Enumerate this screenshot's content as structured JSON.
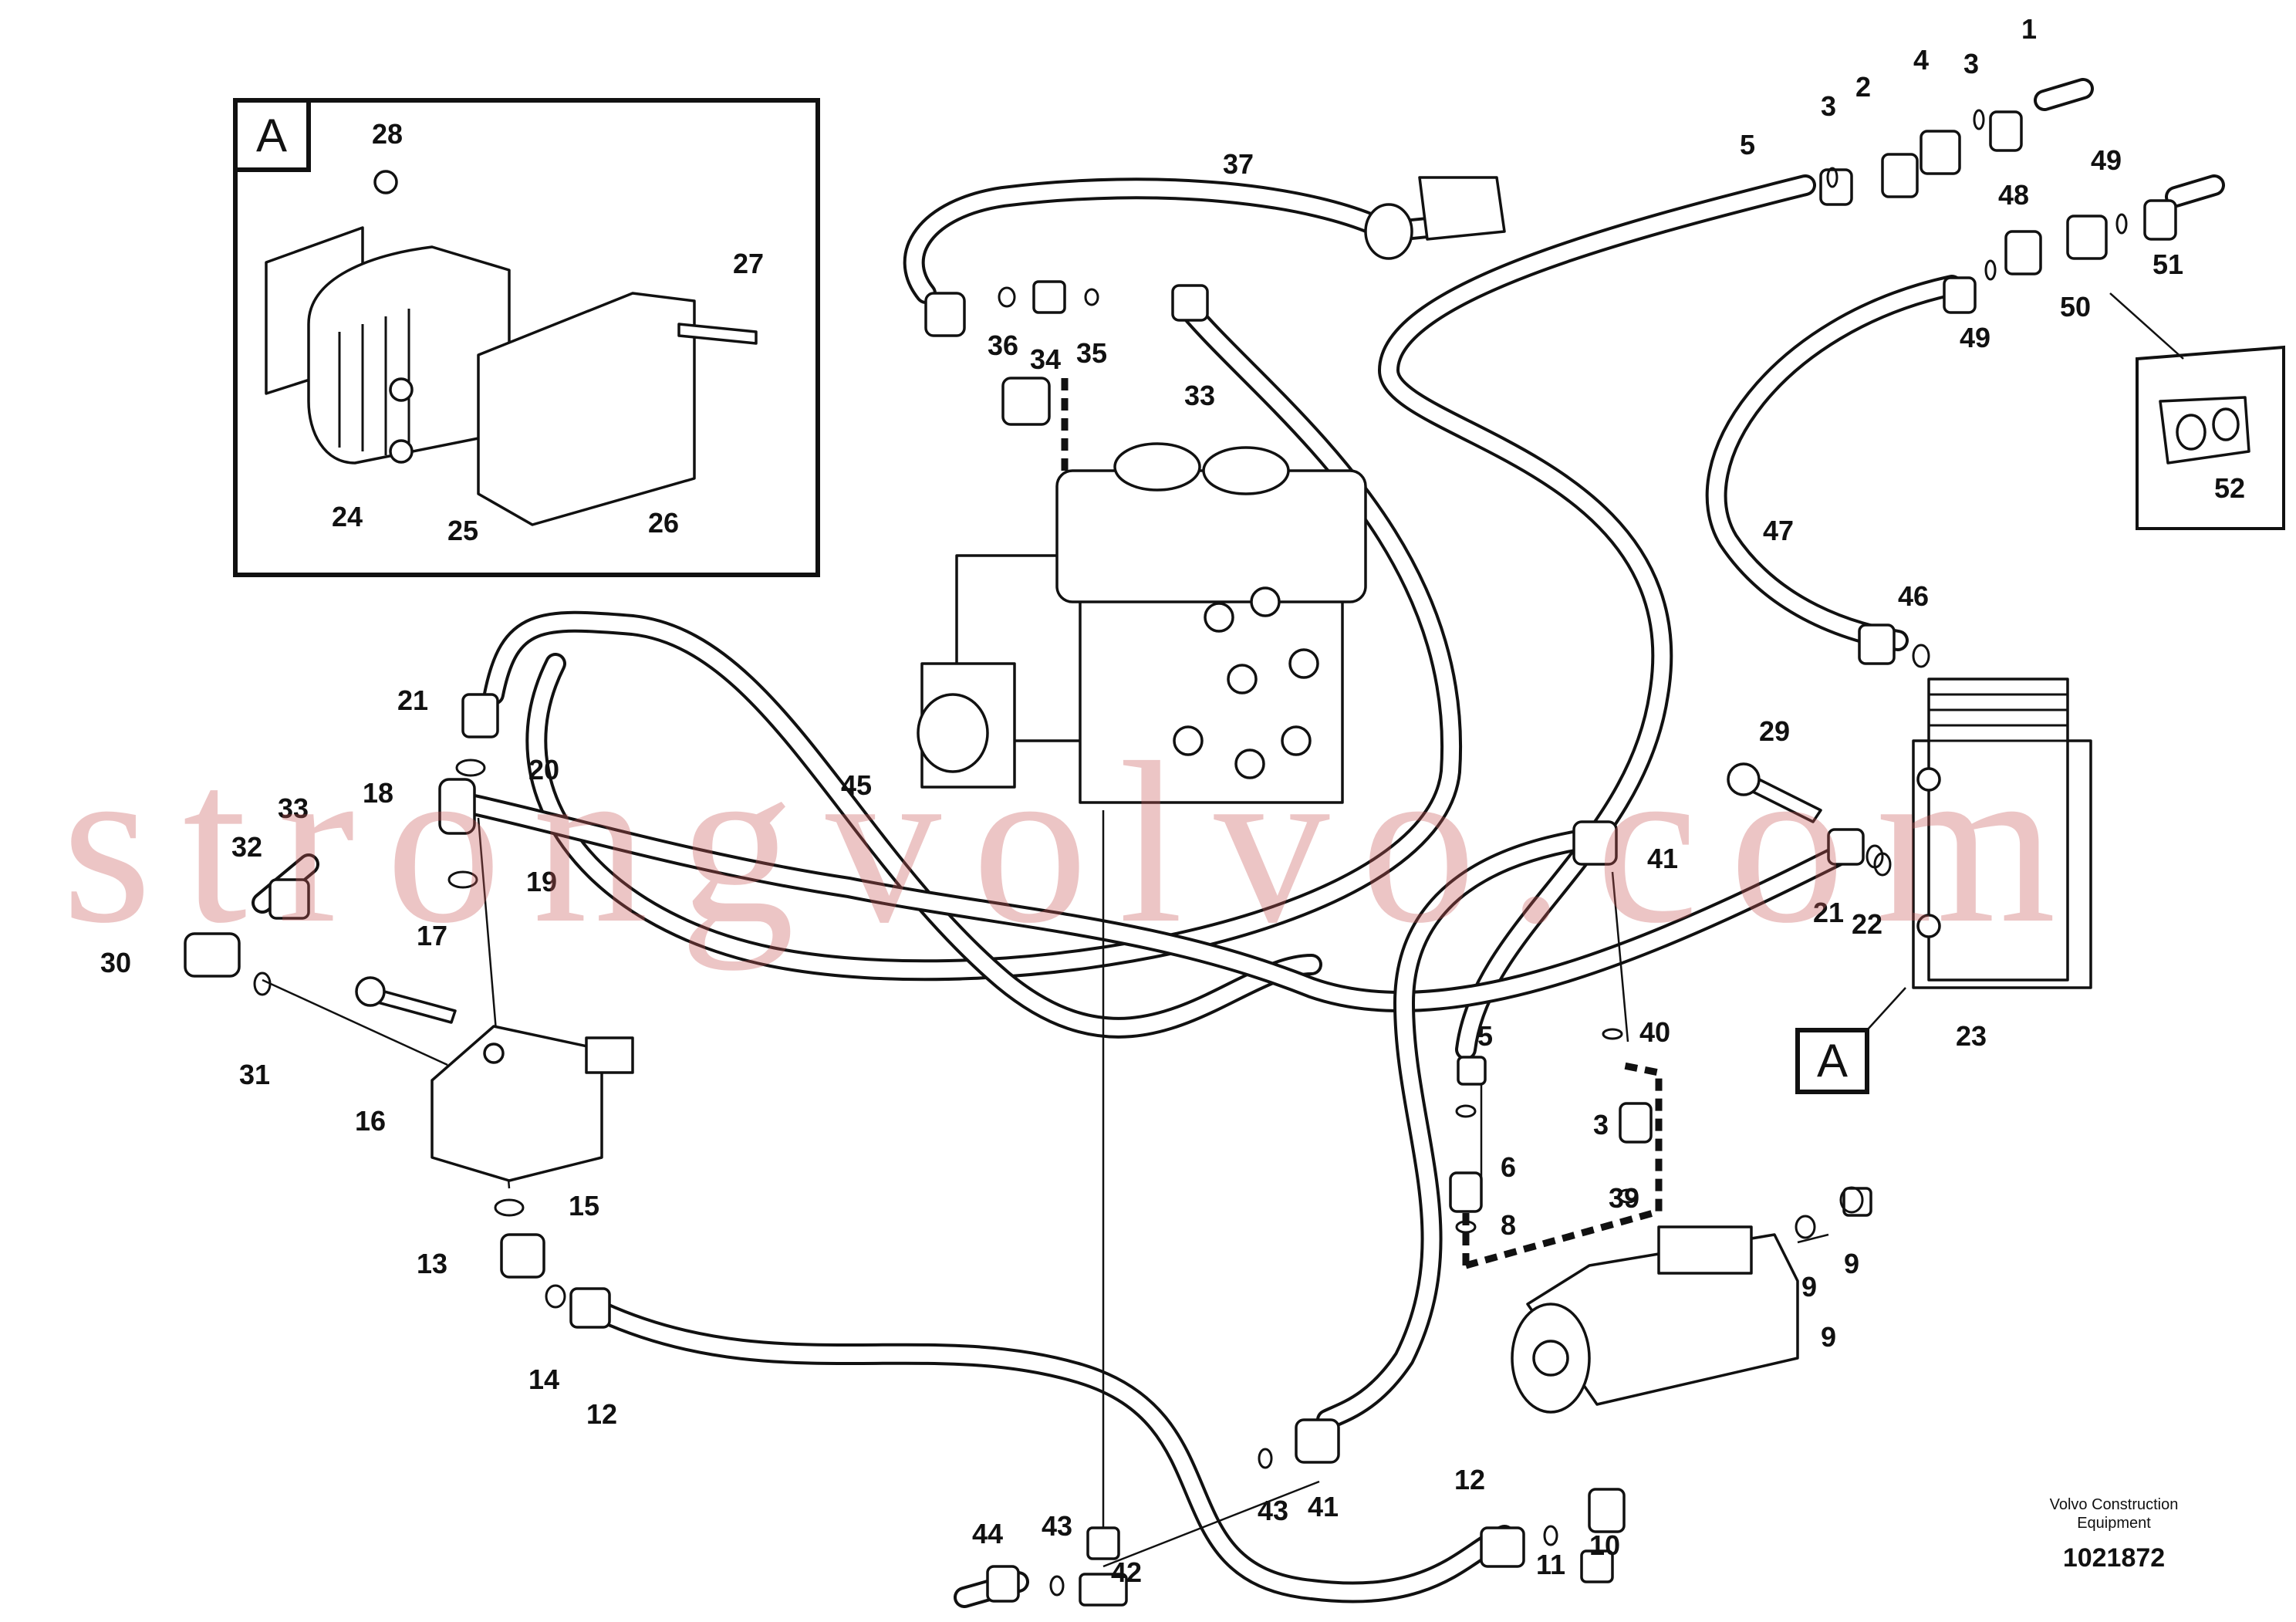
{
  "inset_a": {
    "letter": "A",
    "labels": [
      "28",
      "27",
      "24",
      "25",
      "26"
    ]
  },
  "inset_52": {
    "label": "52"
  },
  "callout_a": {
    "letter": "A"
  },
  "labels": {
    "n1": "1",
    "n2": "2",
    "n3": "3",
    "n4": "4",
    "n5": "5",
    "n6": "6",
    "n8": "8",
    "n9": "9",
    "n10": "10",
    "n11": "11",
    "n12": "12",
    "n13": "13",
    "n14": "14",
    "n15": "15",
    "n16": "16",
    "n17": "17",
    "n18": "18",
    "n19": "19",
    "n20": "20",
    "n21": "21",
    "n22": "22",
    "n23": "23",
    "n29": "29",
    "n30": "30",
    "n31": "31",
    "n32": "32",
    "n33": "33",
    "n34": "34",
    "n35": "35",
    "n36": "36",
    "n37": "37",
    "n39": "39",
    "n40": "40",
    "n41": "41",
    "n42": "42",
    "n43": "43",
    "n44": "44",
    "n45": "45",
    "n46": "46",
    "n47": "47",
    "n48": "48",
    "n49": "49",
    "n50": "50",
    "n51": "51"
  },
  "watermark": "strongvolvo.com",
  "caption": {
    "line1": "Volvo Construction",
    "line2": "Equipment",
    "doc_number": "1021872"
  }
}
